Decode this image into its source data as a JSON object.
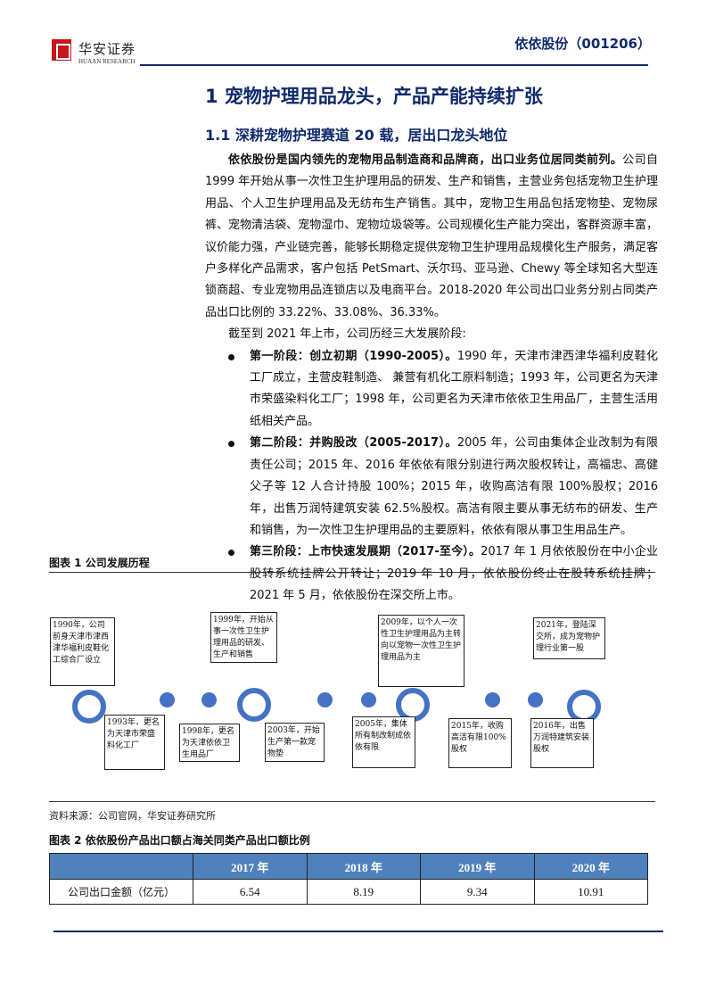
{
  "header": {
    "logo_cn": "华安证券",
    "logo_en": "HUAAN RESEARCH",
    "title": "依依股份（001206）"
  },
  "heading1": "1 宠物护理用品龙头，产品产能持续扩张",
  "heading2": "1.1 深耕宠物护理赛道 20 载，居出口龙头地位",
  "para1_bold": "依依股份是国内领先的宠物用品制造商和品牌商，出口业务位居同类前列。",
  "para1": "公司自1999 年开始从事一次性卫生护理用品的研发、生产和销售，主营业务包括宠物卫生护理用品、个人卫生护理用品及无纺布生产销售。其中，宠物卫生用品包括宠物垫、宠物尿裤、宠物清洁袋、宠物湿巾、宠物垃圾袋等。公司规模化生产能力突出，客群资源丰富，议价能力强，产业链完善，能够长期稳定提供宠物卫生护理用品规模化生产服务，满足客户多样化产品需求，客户包括 PetSmart、沃尔玛、亚马逊、Chewy 等全球知名大型连锁商超、专业宠物用品连锁店以及电商平台。2018-2020 年公司出口业务分别占同类产品出口比例的 33.22%、33.08%、36.33%。",
  "para2": "截至到 2021 年上市，公司历经三大发展阶段:",
  "stages": [
    {
      "title": "第一阶段：创立初期（1990-2005）。",
      "text": "1990 年，天津市津西津华福利皮鞋化工厂成立，主营皮鞋制造、 兼营有机化工原料制造；1993 年，公司更名为天津市荣盛染料化工厂；1998 年，公司更名为天津市依依卫生用品厂，主营生活用纸相关产品。"
    },
    {
      "title": "第二阶段：并购股改（2005-2017）。",
      "text": "2005 年，公司由集体企业改制为有限责任公司；2015 年、2016 年依依有限分别进行两次股权转让，高福忠、高健父子等 12 人合计持股 100%；2015 年，收购高洁有限 100%股权；2016 年，出售万润特建筑安装 62.5%股权。高洁有限主要从事无纺布的研发、生产和销售，为一次性卫生护理用品的主要原料，依依有限从事卫生用品生产。"
    },
    {
      "title": "第三阶段：上市快速发展期（2017-至今）。",
      "text": "2017 年 1 月依依股份在中小企业股转系统挂牌公开转让；2019 年 10 月，依依股份终止在股转系统挂牌；2021 年 5 月，依依股份在深交所上市。"
    }
  ],
  "figure1": {
    "caption": "图表 1 公司发展历程",
    "events": [
      "1990年，公司前身天津市津西津华福利皮鞋化工综合厂设立",
      "1993年，更名为天津市荣盛料化工厂",
      "1998年，更名为天津依依卫生用品厂",
      "1999年，开始从事一次性卫生护理用品的研发、生产和销售",
      "2003年，开始生产第一款宠物垫",
      "2005年，集体所有制改制成依依有限",
      "2009年，以个人一次性卫生护理用品为主转向以宠物一次性卫生护理用品为主",
      "2015年，收购高洁有限100%股权",
      "2016年，出售万润特建筑安装股权",
      "2021年，登陆深交所，成为宠物护理行业第一股"
    ],
    "source": "资料来源：公司官网，华安证券研究所",
    "colors": {
      "timeline": "#4472c4"
    }
  },
  "figure2": {
    "caption": "图表 2 依依股份产品出口额占海关同类产品出口额比例",
    "headers": [
      "",
      "2017 年",
      "2018 年",
      "2019 年",
      "2020 年"
    ],
    "row_label": "公司出口金额（亿元）",
    "values": [
      "6.54",
      "8.19",
      "9.34",
      "10.91"
    ],
    "colors": {
      "header_bg": "#4f81bd"
    }
  }
}
